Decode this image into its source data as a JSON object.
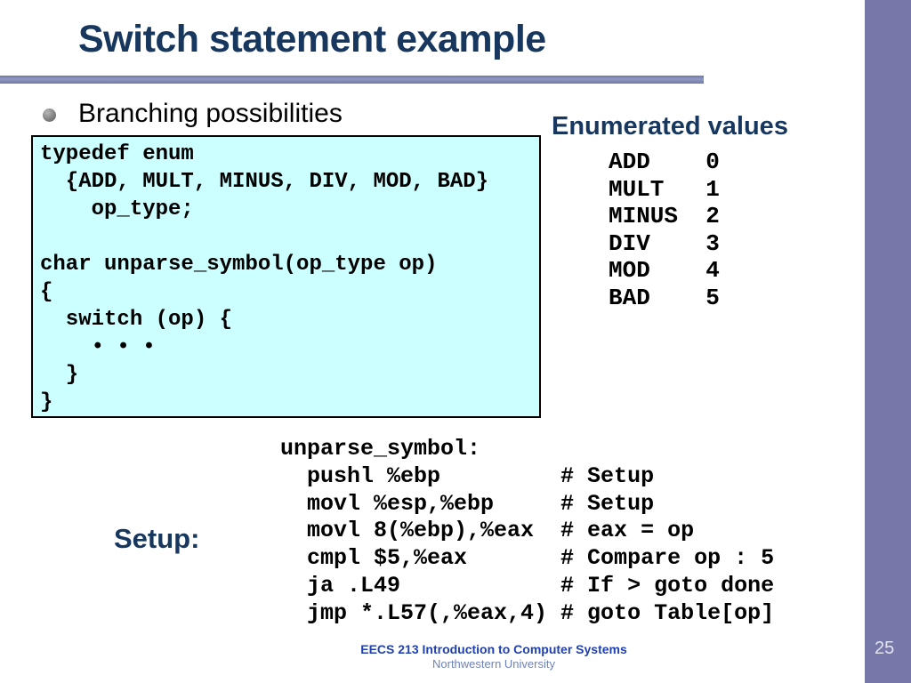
{
  "slide": {
    "title": "Switch statement example",
    "page_number": "25"
  },
  "bullet": {
    "label": "Branching possibilities"
  },
  "c_code": {
    "lines": [
      "typedef enum",
      "  {ADD, MULT, MINUS, DIV, MOD, BAD}",
      "    op_type;",
      "",
      "char unparse_symbol(op_type op)",
      "{",
      "  switch (op) {",
      "    • • •",
      "  }",
      "}"
    ]
  },
  "enumerated": {
    "heading": "Enumerated values",
    "items": [
      {
        "name": "ADD",
        "value": "0"
      },
      {
        "name": "MULT",
        "value": "1"
      },
      {
        "name": "MINUS",
        "value": "2"
      },
      {
        "name": "DIV",
        "value": "3"
      },
      {
        "name": "MOD",
        "value": "4"
      },
      {
        "name": "BAD",
        "value": "5"
      }
    ]
  },
  "setup": {
    "label": "Setup:"
  },
  "assembly": {
    "lines": [
      "unparse_symbol:",
      "  pushl %ebp         # Setup",
      "  movl %esp,%ebp     # Setup",
      "  movl 8(%ebp),%eax  # eax = op",
      "  cmpl $5,%eax       # Compare op : 5",
      "  ja .L49            # If > goto done",
      "  jmp *.L57(,%eax,4) # goto Table[op]"
    ]
  },
  "footer": {
    "course": "EECS 213 Introduction to Computer Systems",
    "institution": "Northwestern University"
  },
  "colors": {
    "heading_navy": "#17375E",
    "accent_bar": "#7E87B2",
    "sidebar_purple": "#7678A9",
    "code_background": "#CCFFFF",
    "footer_blue": "#2040B0",
    "footer_gray_blue": "#6F83BE",
    "page_number_text": "#E4E4EF"
  }
}
